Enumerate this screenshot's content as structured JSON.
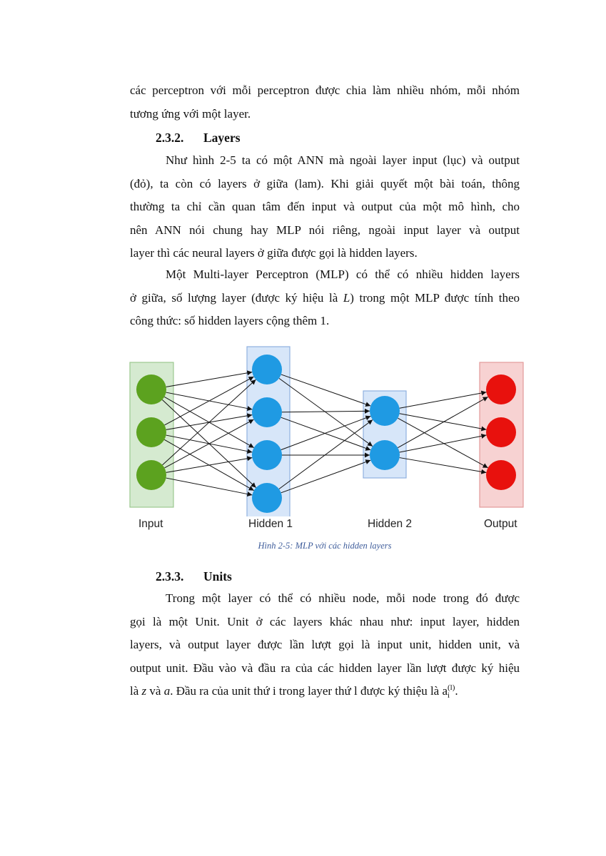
{
  "para1": {
    "lines": [
      "các perceptron với mỗi perceptron được chia làm nhiều nhóm, mỗi nhóm",
      "tương ứng với một layer."
    ]
  },
  "section_232": {
    "number": "2.3.2.",
    "title": "Layers"
  },
  "para2": {
    "lines": [
      "Như hình 2-5 ta có một ANN mà ngoài layer input (lục) và output",
      "(đỏ), ta còn có layers ở giữa (lam). Khi giải quyết một bài toán, thông",
      "thường ta chỉ cần quan tâm đến input và output của một mô hình, cho",
      "nên ANN nói chung hay MLP nói riêng, ngoài input layer và output",
      "layer thì các neural layers ở giữa được gọi là hidden layers."
    ]
  },
  "para3": {
    "line1": "Một Multi-layer Perceptron (MLP) có thể có nhiều hidden layers",
    "line2_a": "ở giữa, số lượng layer (được ký hiệu là ",
    "line2_sym": "L",
    "line2_b": ") trong một MLP được tính theo",
    "line3": "công thức: số hidden layers cộng thêm 1."
  },
  "figure": {
    "labels": {
      "input": "Input",
      "hidden1": "Hidden 1",
      "hidden2": "Hidden 2",
      "output": "Output"
    },
    "layer_sizes": [
      3,
      4,
      2,
      3
    ],
    "colors": {
      "input_node": "#5ca21f",
      "input_box": "#d5ead0",
      "input_border": "#9cc890",
      "hidden_node": "#1f9ae3",
      "hidden_box": "#d7e6f9",
      "hidden_border": "#8fb0e0",
      "output_node": "#e8110d",
      "output_box": "#f7d2d2",
      "output_border": "#e29a9a",
      "edge": "#111111"
    },
    "caption": "Hình 2-5: MLP với các hidden layers"
  },
  "section_233": {
    "number": "2.3.3.",
    "title": "Units"
  },
  "para4": {
    "lines": [
      "Trong một layer có thể có nhiều node, mỗi node trong đó được",
      "gọi là một Unit. Unit ở các layers khác nhau như: input layer, hidden",
      "layers, và output layer được lần lượt gọi là input unit, hidden unit, và",
      "output unit. Đầu vào và đầu ra của các hidden layer lần lượt được ký hiệu"
    ],
    "last_a": "là ",
    "sym_z": "z",
    "last_b": " và ",
    "sym_a": "a",
    "last_c": ". Đầu ra của unit thứ i trong layer thứ l được ký thiệu là a",
    "sub_i": "i",
    "sup_l": "(l)",
    "last_d": "."
  }
}
